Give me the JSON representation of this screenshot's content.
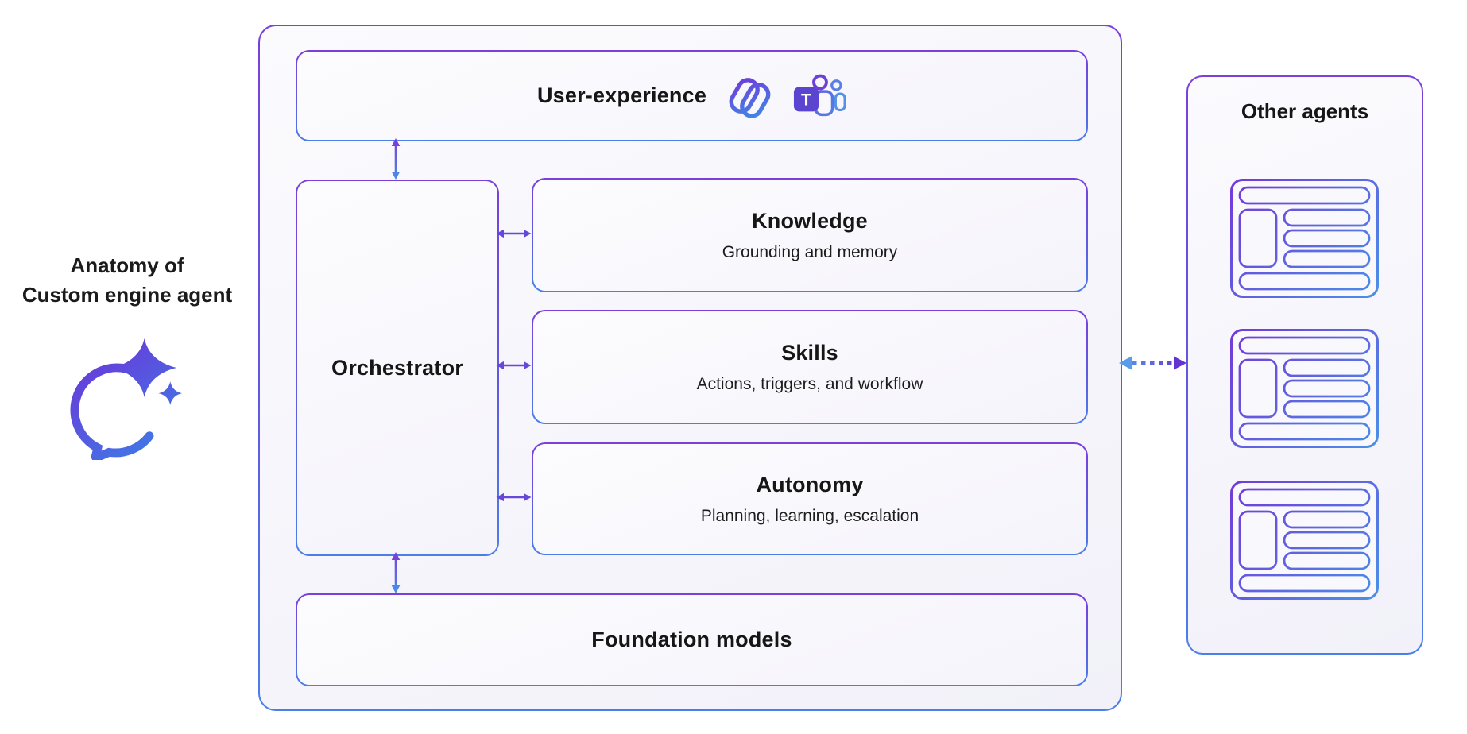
{
  "diagram": {
    "caption": {
      "line1": "Anatomy of",
      "line2": "Custom engine agent"
    },
    "user_experience": {
      "title": "User-experience"
    },
    "orchestrator": {
      "title": "Orchestrator"
    },
    "capabilities": [
      {
        "title": "Knowledge",
        "subtitle": "Grounding and memory"
      },
      {
        "title": "Skills",
        "subtitle": "Actions, triggers, and workflow"
      },
      {
        "title": "Autonomy",
        "subtitle": "Planning, learning, escalation"
      }
    ],
    "foundation_models": {
      "title": "Foundation models"
    },
    "other_agents": {
      "title": "Other agents",
      "card_count": 3
    },
    "teams_letter": "T",
    "colors": {
      "border_purple": "#7A40DA",
      "border_blue": "#4B7FE8",
      "arrow_purple": "#6647DC",
      "arrow_blue": "#4C86E8",
      "dotted_arrow_blue": "#5B9BEA",
      "dotted_arrow_purple": "#6431D2",
      "text": "#161616",
      "box_fill": "#F8F7FC"
    }
  }
}
